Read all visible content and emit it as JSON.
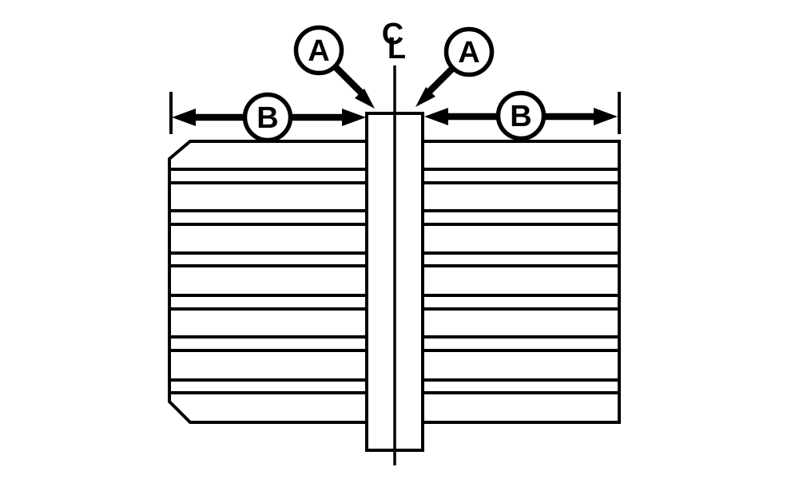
{
  "diagram": {
    "centerline_symbol": {
      "c": "C",
      "l": "L"
    },
    "callouts": {
      "a_left": {
        "label": "A"
      },
      "a_right": {
        "label": "A"
      },
      "b_left": {
        "label": "B"
      },
      "b_right": {
        "label": "B"
      }
    },
    "colors": {
      "line": "#000000",
      "background": "#ffffff"
    }
  }
}
